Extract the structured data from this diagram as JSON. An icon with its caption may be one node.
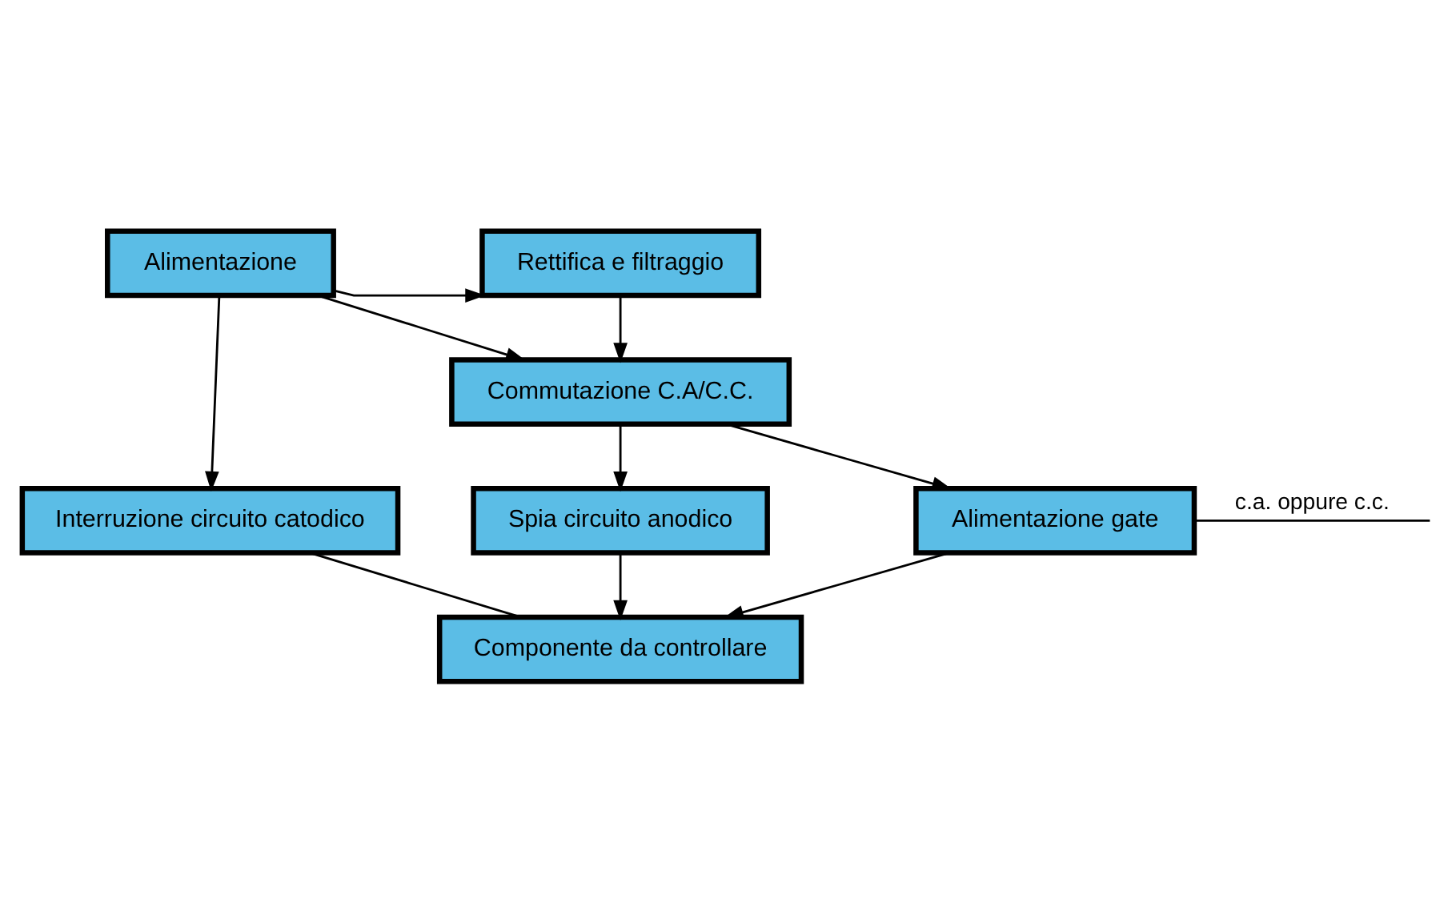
{
  "diagram": {
    "nodes": [
      {
        "text": [
          "Alimentazione"
        ]
      },
      {
        "text": [
          "Rettifica e filtraggio"
        ]
      },
      {
        "text": [
          "Commutazione C.A/C.C."
        ]
      },
      {
        "text": [
          "Alimentazione gate"
        ]
      },
      {
        "text": [
          "Interruzione circuito catodico"
        ]
      },
      {
        "text": [
          "Spia circuito anodico"
        ]
      },
      {
        "text": [
          "Componente da controllare"
        ]
      }
    ],
    "edges": [
      {
        "from": 0,
        "to": 1,
        "arrow": "to"
      },
      {
        "from": 0,
        "to": 2,
        "arrow": "to"
      },
      {
        "from": 1,
        "to": 2,
        "arrow": "to"
      },
      {
        "from": 0,
        "to": 4,
        "arrow": "to"
      },
      {
        "from": 2,
        "to": 3,
        "arrow": "to"
      },
      {
        "from": 2,
        "to": 5,
        "arrow": "to"
      },
      {
        "from": 3,
        "to": null,
        "arrow": "none",
        "label": "c.a. oppure c.c."
      },
      {
        "from": 3,
        "to": 6,
        "arrow": "to"
      },
      {
        "from": 4,
        "to": 6,
        "arrow": "none"
      },
      {
        "from": 5,
        "to": 6,
        "arrow": "to"
      }
    ]
  }
}
